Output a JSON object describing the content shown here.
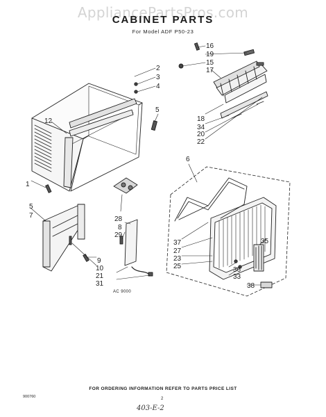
{
  "watermark": "AppliancePartsPros.com",
  "title": "CABINET PARTS",
  "subtitle": "For Model ADF P50-23",
  "callouts": [
    "2",
    "3",
    "4",
    "5",
    "12",
    "1",
    "5",
    "7",
    "16",
    "19",
    "15",
    "17",
    "18",
    "34",
    "20",
    "22",
    "6",
    "28",
    "8",
    "29",
    "9",
    "10",
    "21",
    "31",
    "37",
    "27",
    "23",
    "25",
    "35",
    "36",
    "33",
    "38"
  ],
  "reference_code": "AC 9000",
  "footer_note": "FOR ORDERING INFORMATION REFER TO PARTS PRICE LIST",
  "doc_code": "900760",
  "page_number": "2",
  "handwritten_note": "403-E-2"
}
